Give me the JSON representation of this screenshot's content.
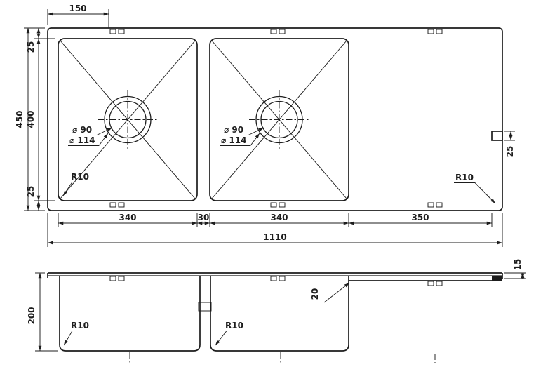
{
  "colors": {
    "ink": "#1d1d1d",
    "bg": "#ffffff"
  },
  "top_view": {
    "dims": {
      "clip_offset": "150",
      "overall_depth": "450",
      "rim_top": "25",
      "bowl_depth": "400",
      "rim_bottom": "25",
      "bowl1_width": "340",
      "divider_width": "30",
      "bowl2_width": "340",
      "drainer_width": "350",
      "overall_width": "1110",
      "notch_width": "25"
    },
    "bowl1": {
      "drain_inner_dia": "⌀ 90",
      "drain_outer_dia": "⌀ 114",
      "corner_radius": "R10"
    },
    "bowl2": {
      "drain_inner_dia": "⌀ 90",
      "drain_outer_dia": "⌀ 114"
    },
    "drainer": {
      "corner_radius": "R10"
    }
  },
  "side_view": {
    "dims": {
      "bowl_depth": "200",
      "drainer_recess": "20",
      "edge_height": "15"
    },
    "bowl1_corner_radius": "R10",
    "bowl2_corner_radius": "R10"
  }
}
